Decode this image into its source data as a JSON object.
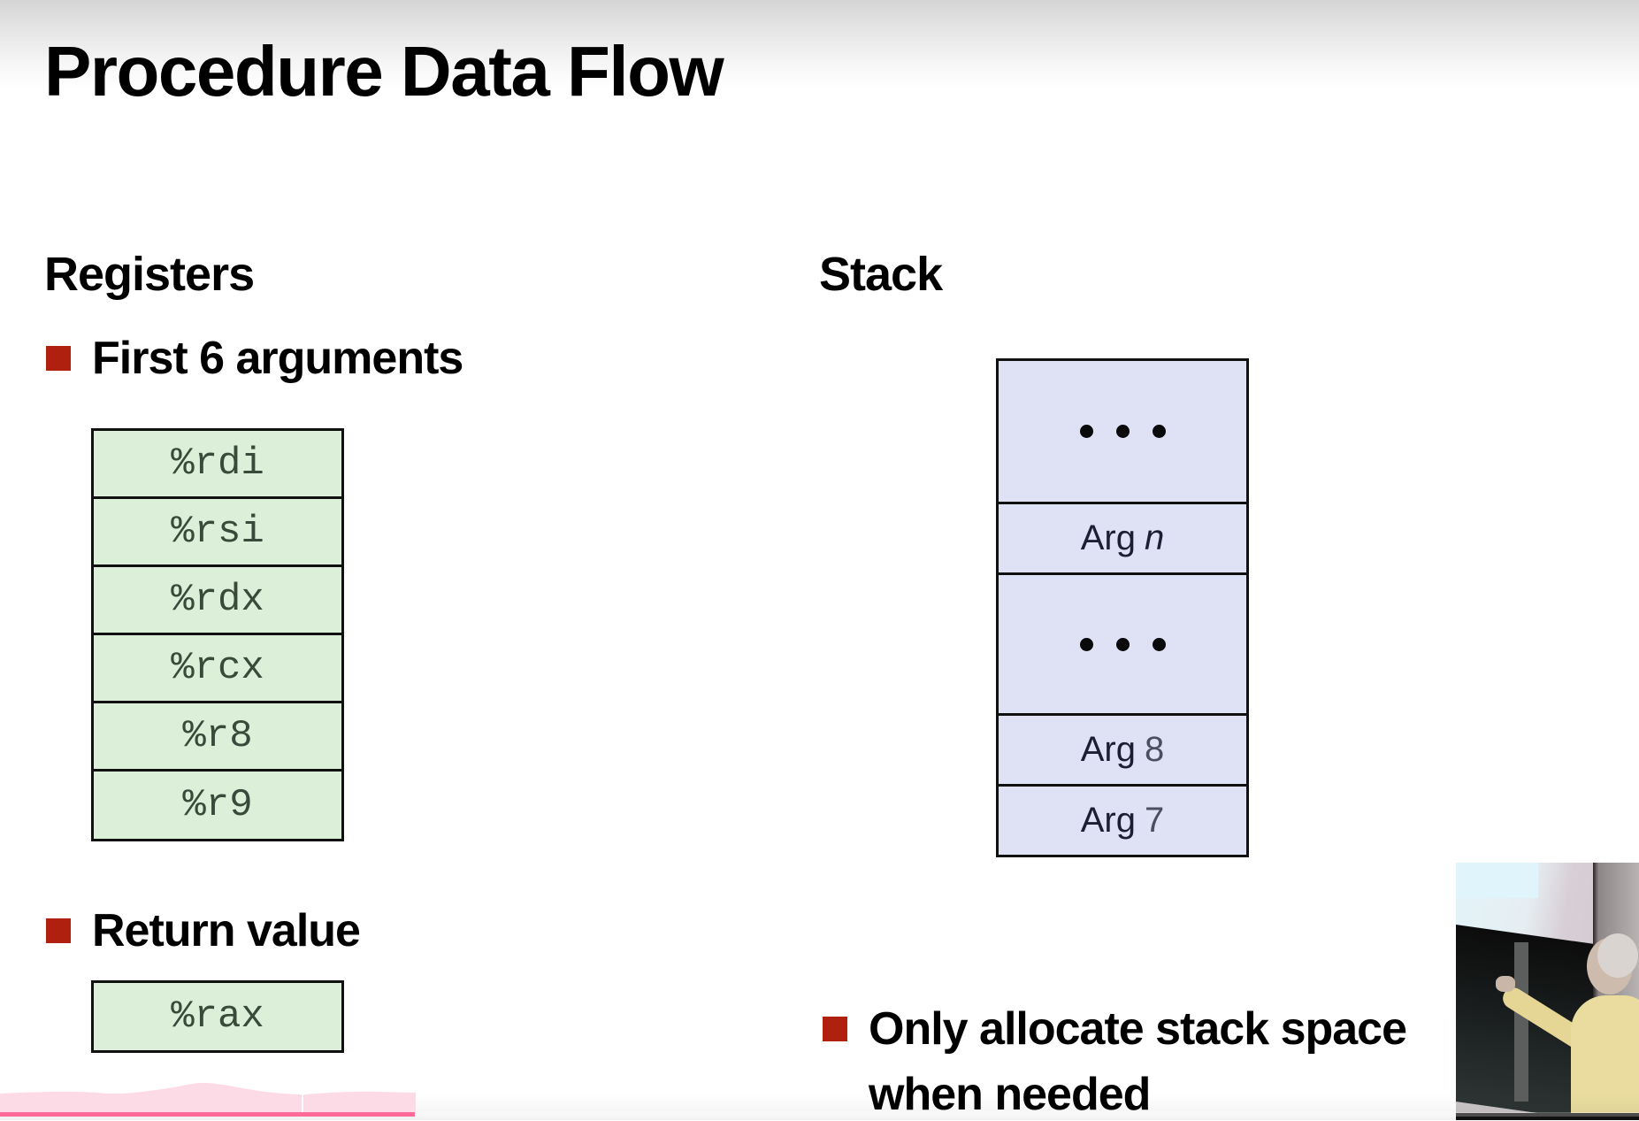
{
  "slide": {
    "title": "Procedure Data Flow",
    "registers": {
      "heading": "Registers",
      "arguments_bullet": "First 6 arguments",
      "argument_registers": [
        "%rdi",
        "%rsi",
        "%rdx",
        "%rcx",
        "%r8",
        "%r9"
      ],
      "return_bullet": "Return value",
      "return_register": "%rax"
    },
    "stack": {
      "heading": "Stack",
      "cells": [
        {
          "type": "ellipsis"
        },
        {
          "type": "arg",
          "word": "Arg",
          "var": "n",
          "style": "italic"
        },
        {
          "type": "ellipsis"
        },
        {
          "type": "arg",
          "word": "Arg",
          "var": "8",
          "style": "light"
        },
        {
          "type": "arg",
          "word": "Arg",
          "var": "7",
          "style": "light"
        }
      ],
      "note_line1": "Only allocate stack space",
      "note_line2": "when needed"
    }
  },
  "player": {
    "progress_fraction": 0.253,
    "colors": {
      "played": "#ff6a98",
      "heatmap": "#fddbe6",
      "bullet": "#b0200f",
      "register_fill": "#dcefd9",
      "stack_fill": "#dfe2f5"
    }
  }
}
